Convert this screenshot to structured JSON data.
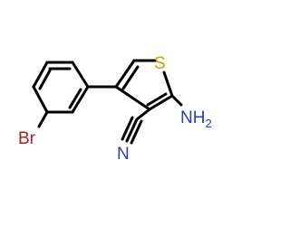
{
  "molecule": {
    "atoms": {
      "sulfur": {
        "text": "S",
        "color": "#c8a000"
      },
      "bromine": {
        "text": "Br",
        "color": "#a5222a"
      },
      "amine": {
        "text": "NH",
        "subscript": "2",
        "color": "#2e3bb7"
      },
      "nitrile_n": {
        "text": "N",
        "color": "#2e3bb7"
      }
    },
    "bond_color": "#000000",
    "background": "#ffffff"
  }
}
